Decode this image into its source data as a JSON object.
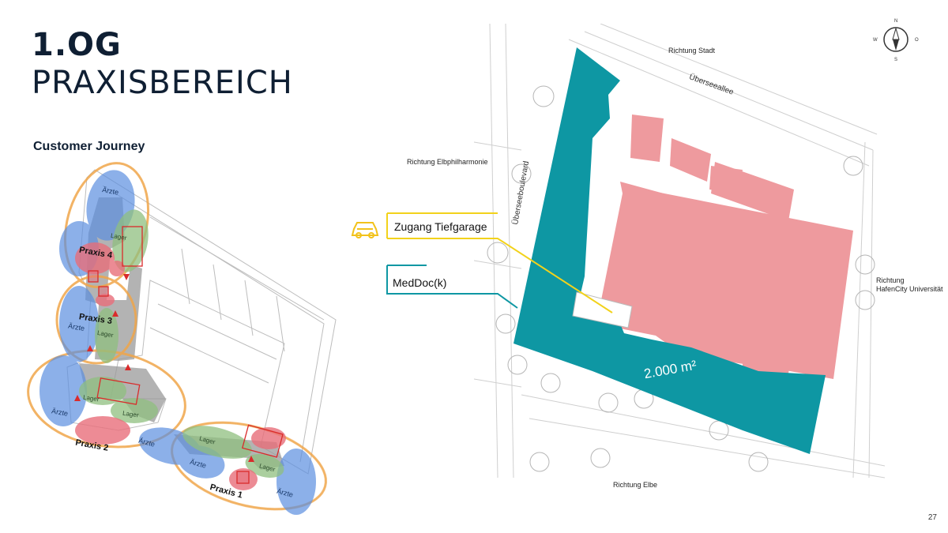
{
  "header": {
    "floor": "1.OG",
    "area_name": "PRAXISBEREICH",
    "subheading": "Customer Journey"
  },
  "journey_plan": {
    "labels": {
      "aerzte": "Ärzte",
      "lager": "Lager",
      "praxis1": "Praxis 1",
      "praxis2": "Praxis 2",
      "praxis3": "Praxis 3",
      "praxis4": "Praxis 4"
    },
    "colors": {
      "doctors": "#5b8fe0",
      "storage": "#8fbf7f",
      "practice": "#e86e7a",
      "circle": "#f0a64a"
    }
  },
  "site_plan": {
    "directions": {
      "north": "Richtung Stadt",
      "west": "Richtung Elbphilharmonie",
      "east_line1": "Richtung",
      "east_line2": "HafenCity Universität",
      "south": "Richtung Elbe"
    },
    "streets": {
      "top": "Überseeallee",
      "left": "Überseeboulevard"
    },
    "area_label": "2.000 m²",
    "callouts": {
      "garage": "Zugang Tiefgarage",
      "meddoc": "MedDoc(k)"
    },
    "compass": {
      "n": "N",
      "s": "S",
      "w": "W",
      "o": "O"
    },
    "colors": {
      "meddoc": "#0e97a3",
      "other": "#ee9a9e",
      "garage": "#f2d21b"
    }
  },
  "footer": {
    "page_number": "27"
  }
}
